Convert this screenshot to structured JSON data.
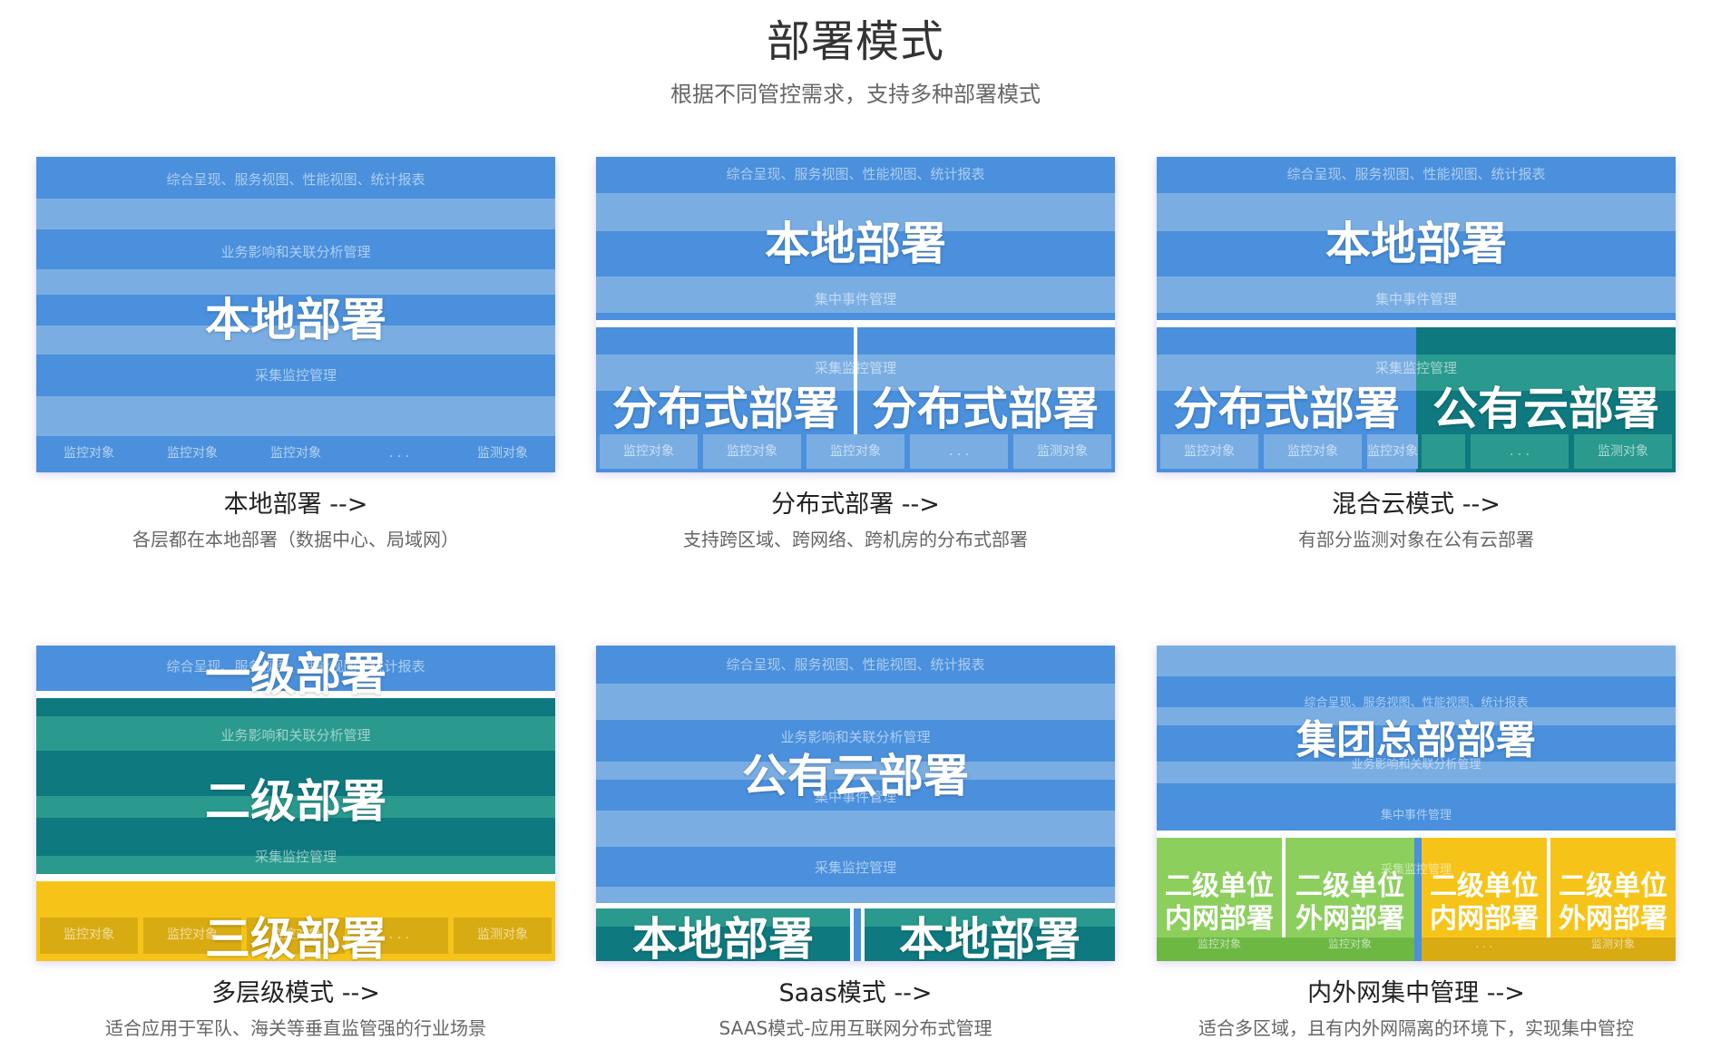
{
  "header": {
    "title": "部署模式",
    "subtitle": "根据不同管控需求，支持多种部署模式"
  },
  "common": {
    "layer_presentation": "综合呈现、服务视图、性能视图、统计报表",
    "layer_business": "业务影响和关联分析管理",
    "layer_collect": "采集监控管理",
    "layer_event": "集中事件管理",
    "box_monitor": "监控对象",
    "box_detect": "监测对象",
    "box_ellipsis": ". . ."
  },
  "cards": [
    {
      "title": "本地部署 -->",
      "desc": "各层都在本地部署（数据中心、局域网）",
      "big": "本地部署"
    },
    {
      "title": "分布式部署 -->",
      "desc": "支持跨区域、跨网络、跨机房的分布式部署",
      "big_top": "本地部署",
      "big_left": "分布式部署",
      "big_right": "分布式部署"
    },
    {
      "title": "混合云模式 -->",
      "desc": "有部分监测对象在公有云部署",
      "big_top": "本地部署",
      "big_left": "分布式部署",
      "big_right": "公有云部署"
    },
    {
      "title": "多层级模式 -->",
      "desc": "适合应用于军队、海关等垂直监管强的行业场景",
      "big_1": "一级部署",
      "big_2": "二级部署",
      "big_3": "三级部署"
    },
    {
      "title": "Saas模式 -->",
      "desc": "SAAS模式-应用互联网分布式管理",
      "big_top": "公有云部署",
      "big_left": "本地部署",
      "big_right": "本地部署"
    },
    {
      "title": "内外网集中管理 -->",
      "desc": "适合多区域，且有内外网隔离的环境下，实现集中管控",
      "big_top": "集团总部部署",
      "units": [
        {
          "line1": "二级单位",
          "line2": "内网部署"
        },
        {
          "line1": "二级单位",
          "line2": "外网部署"
        },
        {
          "line1": "二级单位",
          "line2": "内网部署"
        },
        {
          "line1": "二级单位",
          "line2": "外网部署"
        }
      ]
    }
  ]
}
